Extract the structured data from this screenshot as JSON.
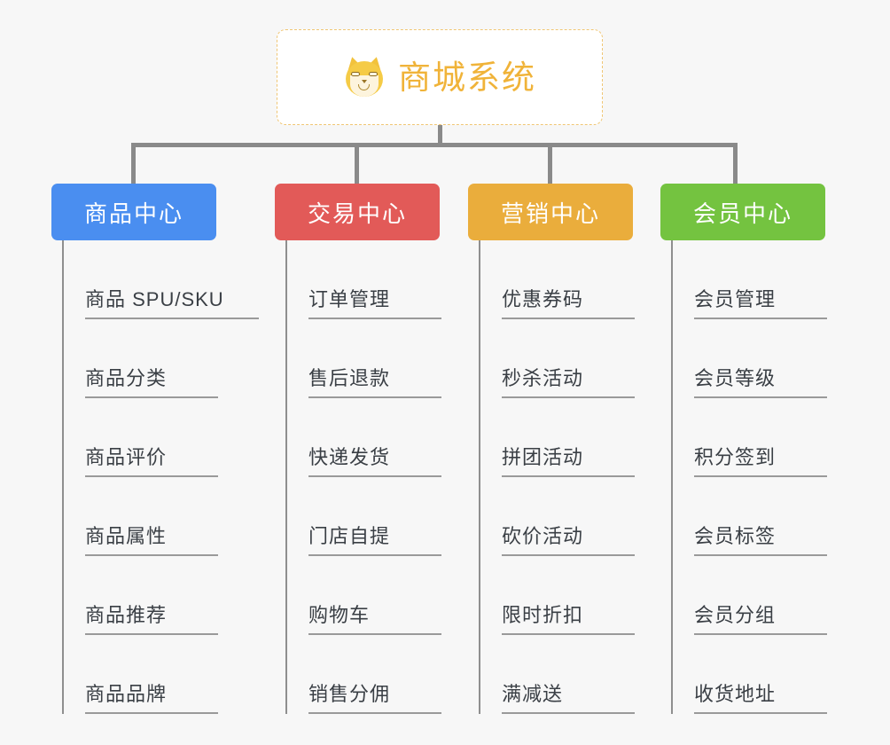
{
  "diagram": {
    "type": "organization-tree",
    "background_color": "#f7f7f7",
    "root": {
      "title": "商城系统",
      "icon": "shiba-inu-dog-icon",
      "text_color": "#f0b339",
      "border_color": "#f0c674",
      "background_color": "#ffffff"
    },
    "branches": [
      {
        "id": "product-center",
        "label": "商品中心",
        "color": "#4a8ef0",
        "items": [
          "商品 SPU/SKU",
          "商品分类",
          "商品评价",
          "商品属性",
          "商品推荐",
          "商品品牌"
        ]
      },
      {
        "id": "trade-center",
        "label": "交易中心",
        "color": "#e25a58",
        "items": [
          "订单管理",
          "售后退款",
          "快递发货",
          "门店自提",
          "购物车",
          "销售分佣"
        ]
      },
      {
        "id": "marketing-center",
        "label": "营销中心",
        "color": "#eaad3c",
        "items": [
          "优惠券码",
          "秒杀活动",
          "拼团活动",
          "砍价活动",
          "限时折扣",
          "满减送"
        ]
      },
      {
        "id": "member-center",
        "label": "会员中心",
        "color": "#74c340",
        "items": [
          "会员管理",
          "会员等级",
          "积分签到",
          "会员标签",
          "会员分组",
          "收货地址"
        ]
      }
    ],
    "connector_color": "#8a8a8a",
    "item_line_color": "#9a9a9a",
    "item_text_color": "#3a3f45"
  }
}
